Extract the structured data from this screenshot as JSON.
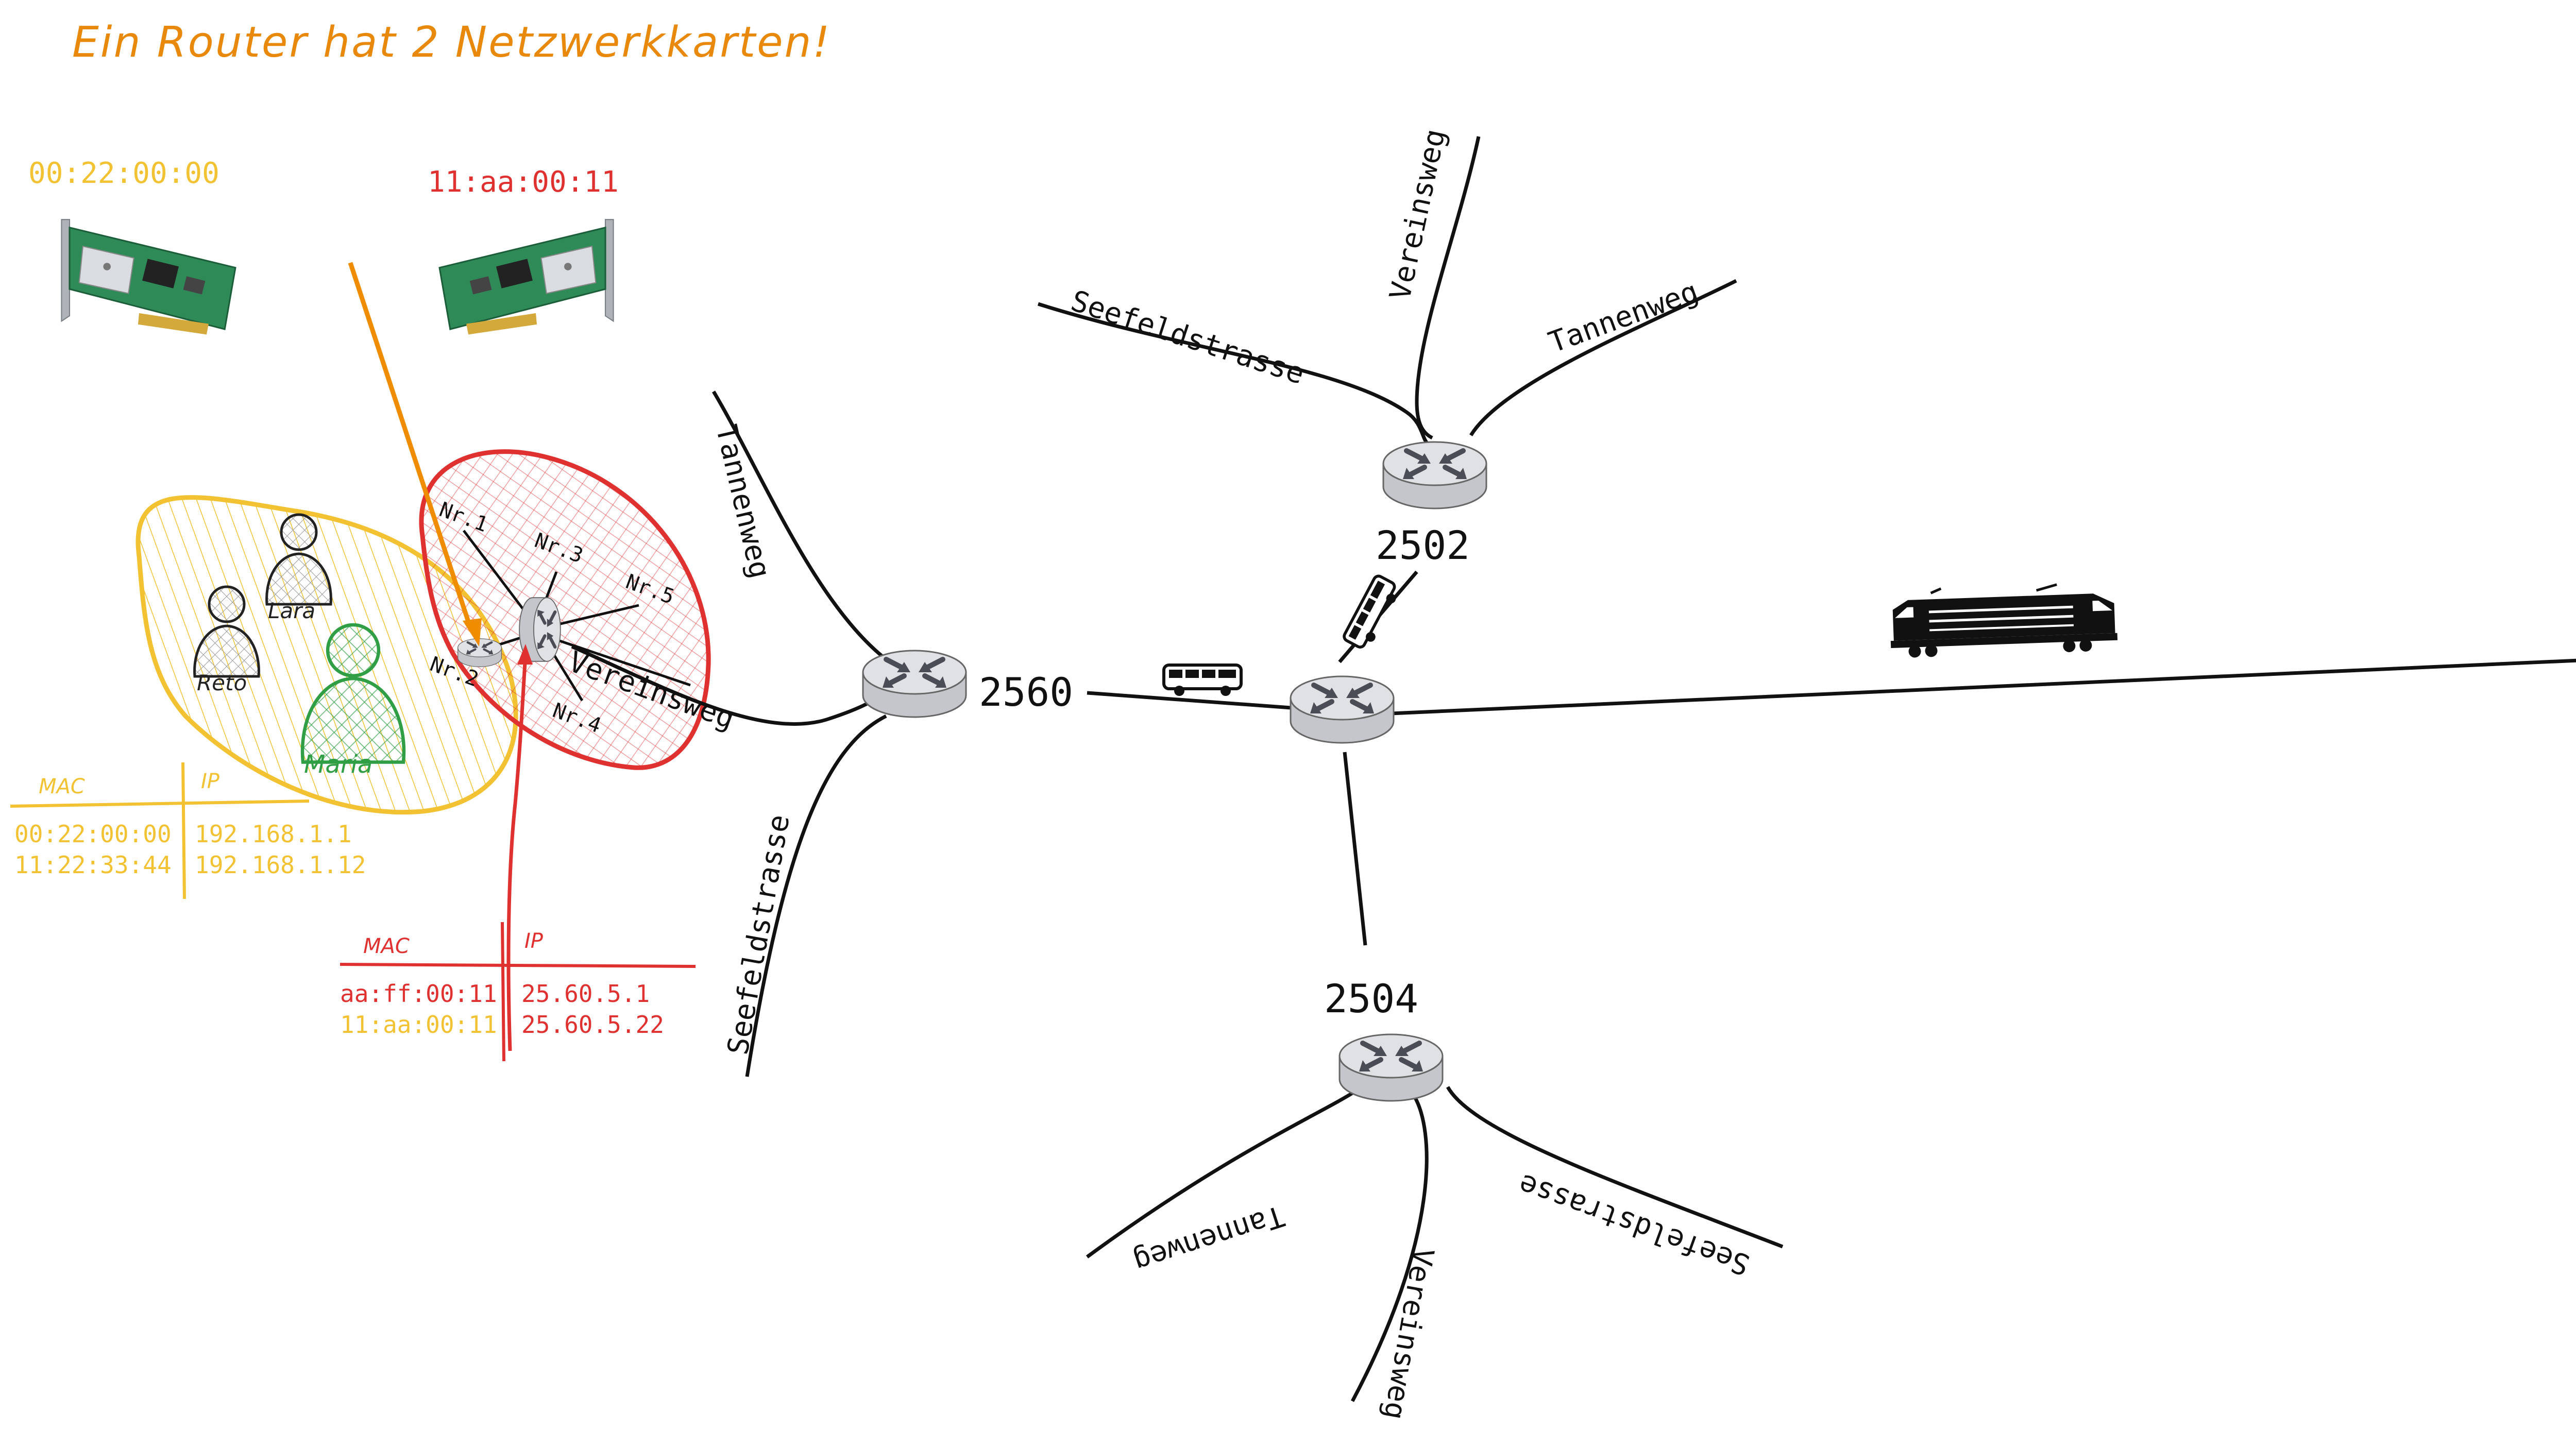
{
  "title": "Ein Router hat 2 Netzwerkkarten!",
  "nic_macs": {
    "left": "00:22:00:00",
    "right": "11:aa:00:11"
  },
  "people": {
    "lara": "Lara",
    "reto": "Reto",
    "maria": "Maria"
  },
  "local_router": {
    "ports": [
      "Nr.1",
      "Nr.2",
      "Nr.3",
      "Nr.4",
      "Nr.5"
    ],
    "street": "Vereinsweg"
  },
  "yellow_table": {
    "headers": [
      "MAC",
      "IP"
    ],
    "rows": [
      {
        "mac": "00:22:00:00",
        "ip": "192.168.1.1"
      },
      {
        "mac": "11:22:33:44",
        "ip": "192.168.1.12"
      }
    ]
  },
  "red_table": {
    "headers": [
      "MAC",
      "IP"
    ],
    "rows": [
      {
        "mac": "aa:ff:00:11",
        "ip": "25.60.5.1"
      },
      {
        "mac": "11:aa:00:11",
        "ip": "25.60.5.22"
      }
    ]
  },
  "routers": {
    "r2560": {
      "label": "2560",
      "streets": [
        "Tannenweg",
        "Seefeldstrasse"
      ]
    },
    "r2502": {
      "label": "2502",
      "streets": [
        "Seefeldstrasse",
        "Vereinsweg",
        "Tannenweg"
      ]
    },
    "r2504": {
      "label": "2504",
      "streets": [
        "Tannenweg",
        "Vereinsweg",
        "Seefeldstrasse"
      ]
    }
  },
  "colors": {
    "title": "#e8890c",
    "yellow": "#f2c233",
    "red": "#e03131",
    "green": "#2f9e44",
    "router_body": "#c9cbd0",
    "router_top": "#dfe1e5",
    "router_arrows": "#4a4d55",
    "ink": "#111111"
  },
  "icons": [
    "network-card-icon",
    "person-icon",
    "router-icon",
    "bus-icon",
    "train-icon",
    "arrow-icon"
  ]
}
